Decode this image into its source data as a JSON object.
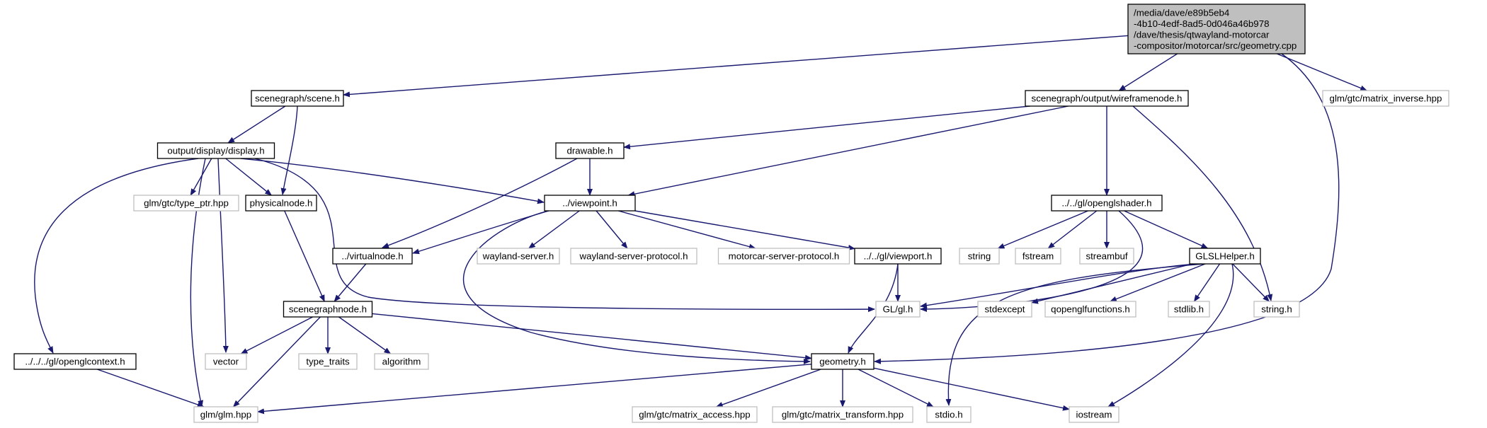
{
  "graph": {
    "colors": {
      "edge": "#191970",
      "node_fill": "#ffffff",
      "node_border": "#000000",
      "external_border": "#bfbfbf",
      "root_fill": "#bfbfbf"
    },
    "nodes": {
      "root": {
        "lines": [
          "/media/dave/e89b5eb4",
          "-4b10-4edf-8ad5-0d046a46b978",
          "/dave/thesis/qtwayland-motorcar",
          "-compositor/motorcar/src/geometry.cpp"
        ],
        "kind": "root"
      },
      "scene": {
        "lines": [
          "scenegraph/scene.h"
        ],
        "kind": "internal"
      },
      "wireframenode": {
        "lines": [
          "scenegraph/output/wireframenode.h"
        ],
        "kind": "internal"
      },
      "matrix_inverse": {
        "lines": [
          "glm/gtc/matrix_inverse.hpp"
        ],
        "kind": "external"
      },
      "display": {
        "lines": [
          "output/display/display.h"
        ],
        "kind": "internal"
      },
      "drawable": {
        "lines": [
          "drawable.h"
        ],
        "kind": "internal"
      },
      "type_ptr": {
        "lines": [
          "glm/gtc/type_ptr.hpp"
        ],
        "kind": "external"
      },
      "physicalnode": {
        "lines": [
          "physicalnode.h"
        ],
        "kind": "internal"
      },
      "viewpoint": {
        "lines": [
          "../viewpoint.h"
        ],
        "kind": "internal"
      },
      "openglshader": {
        "lines": [
          "../../gl/openglshader.h"
        ],
        "kind": "internal"
      },
      "virtualnode": {
        "lines": [
          "../virtualnode.h"
        ],
        "kind": "internal"
      },
      "wayland_server": {
        "lines": [
          "wayland-server.h"
        ],
        "kind": "external"
      },
      "wayland_server_protocol": {
        "lines": [
          "wayland-server-protocol.h"
        ],
        "kind": "external"
      },
      "motorcar_server_protocol": {
        "lines": [
          "motorcar-server-protocol.h"
        ],
        "kind": "external"
      },
      "viewport": {
        "lines": [
          "../../gl/viewport.h"
        ],
        "kind": "internal"
      },
      "string": {
        "lines": [
          "string"
        ],
        "kind": "external"
      },
      "fstream": {
        "lines": [
          "fstream"
        ],
        "kind": "external"
      },
      "streambuf": {
        "lines": [
          "streambuf"
        ],
        "kind": "external"
      },
      "glslhelper": {
        "lines": [
          "GLSLHelper.h"
        ],
        "kind": "internal"
      },
      "scenegraphnode": {
        "lines": [
          "scenegraphnode.h"
        ],
        "kind": "internal"
      },
      "gl_h": {
        "lines": [
          "GL/gl.h"
        ],
        "kind": "external"
      },
      "stdexcept": {
        "lines": [
          "stdexcept"
        ],
        "kind": "external"
      },
      "qopenglfunctions": {
        "lines": [
          "qopenglfunctions.h"
        ],
        "kind": "external"
      },
      "stdlib": {
        "lines": [
          "stdlib.h"
        ],
        "kind": "external"
      },
      "string_h": {
        "lines": [
          "string.h"
        ],
        "kind": "external"
      },
      "openglcontext": {
        "lines": [
          "../../../gl/openglcontext.h"
        ],
        "kind": "internal"
      },
      "vector": {
        "lines": [
          "vector"
        ],
        "kind": "external"
      },
      "type_traits": {
        "lines": [
          "type_traits"
        ],
        "kind": "external"
      },
      "algorithm": {
        "lines": [
          "algorithm"
        ],
        "kind": "external"
      },
      "geometry": {
        "lines": [
          "geometry.h"
        ],
        "kind": "internal"
      },
      "glm_hpp": {
        "lines": [
          "glm/glm.hpp"
        ],
        "kind": "external"
      },
      "matrix_access": {
        "lines": [
          "glm/gtc/matrix_access.hpp"
        ],
        "kind": "external"
      },
      "matrix_transform": {
        "lines": [
          "glm/gtc/matrix_transform.hpp"
        ],
        "kind": "external"
      },
      "stdio": {
        "lines": [
          "stdio.h"
        ],
        "kind": "external"
      },
      "iostream": {
        "lines": [
          "iostream"
        ],
        "kind": "external"
      }
    },
    "edges": [
      [
        "root",
        "scene"
      ],
      [
        "root",
        "wireframenode"
      ],
      [
        "root",
        "geometry"
      ],
      [
        "root",
        "matrix_inverse"
      ],
      [
        "scene",
        "display"
      ],
      [
        "scene",
        "physicalnode"
      ],
      [
        "display",
        "openglcontext"
      ],
      [
        "display",
        "type_ptr"
      ],
      [
        "display",
        "physicalnode"
      ],
      [
        "display",
        "glm_hpp"
      ],
      [
        "display",
        "vector"
      ],
      [
        "display",
        "gl_h"
      ],
      [
        "display",
        "viewpoint"
      ],
      [
        "wireframenode",
        "drawable"
      ],
      [
        "wireframenode",
        "viewpoint"
      ],
      [
        "wireframenode",
        "openglshader"
      ],
      [
        "wireframenode",
        "string_h"
      ],
      [
        "drawable",
        "viewpoint"
      ],
      [
        "drawable",
        "virtualnode"
      ],
      [
        "physicalnode",
        "scenegraphnode"
      ],
      [
        "viewpoint",
        "virtualnode"
      ],
      [
        "viewpoint",
        "wayland_server"
      ],
      [
        "viewpoint",
        "wayland_server_protocol"
      ],
      [
        "viewpoint",
        "motorcar_server_protocol"
      ],
      [
        "viewpoint",
        "viewport"
      ],
      [
        "viewpoint",
        "geometry"
      ],
      [
        "virtualnode",
        "scenegraphnode"
      ],
      [
        "viewport",
        "gl_h"
      ],
      [
        "viewport",
        "geometry"
      ],
      [
        "openglshader",
        "string"
      ],
      [
        "openglshader",
        "fstream"
      ],
      [
        "openglshader",
        "streambuf"
      ],
      [
        "openglshader",
        "glslhelper"
      ],
      [
        "openglshader",
        "gl_h"
      ],
      [
        "glslhelper",
        "gl_h"
      ],
      [
        "glslhelper",
        "stdexcept"
      ],
      [
        "glslhelper",
        "qopenglfunctions"
      ],
      [
        "glslhelper",
        "stdlib"
      ],
      [
        "glslhelper",
        "string_h"
      ],
      [
        "glslhelper",
        "stdio"
      ],
      [
        "glslhelper",
        "iostream"
      ],
      [
        "scenegraphnode",
        "vector"
      ],
      [
        "scenegraphnode",
        "type_traits"
      ],
      [
        "scenegraphnode",
        "algorithm"
      ],
      [
        "scenegraphnode",
        "geometry"
      ],
      [
        "scenegraphnode",
        "glm_hpp"
      ],
      [
        "openglcontext",
        "glm_hpp"
      ],
      [
        "geometry",
        "glm_hpp"
      ],
      [
        "geometry",
        "matrix_access"
      ],
      [
        "geometry",
        "matrix_transform"
      ],
      [
        "geometry",
        "stdio"
      ],
      [
        "geometry",
        "iostream"
      ]
    ]
  }
}
